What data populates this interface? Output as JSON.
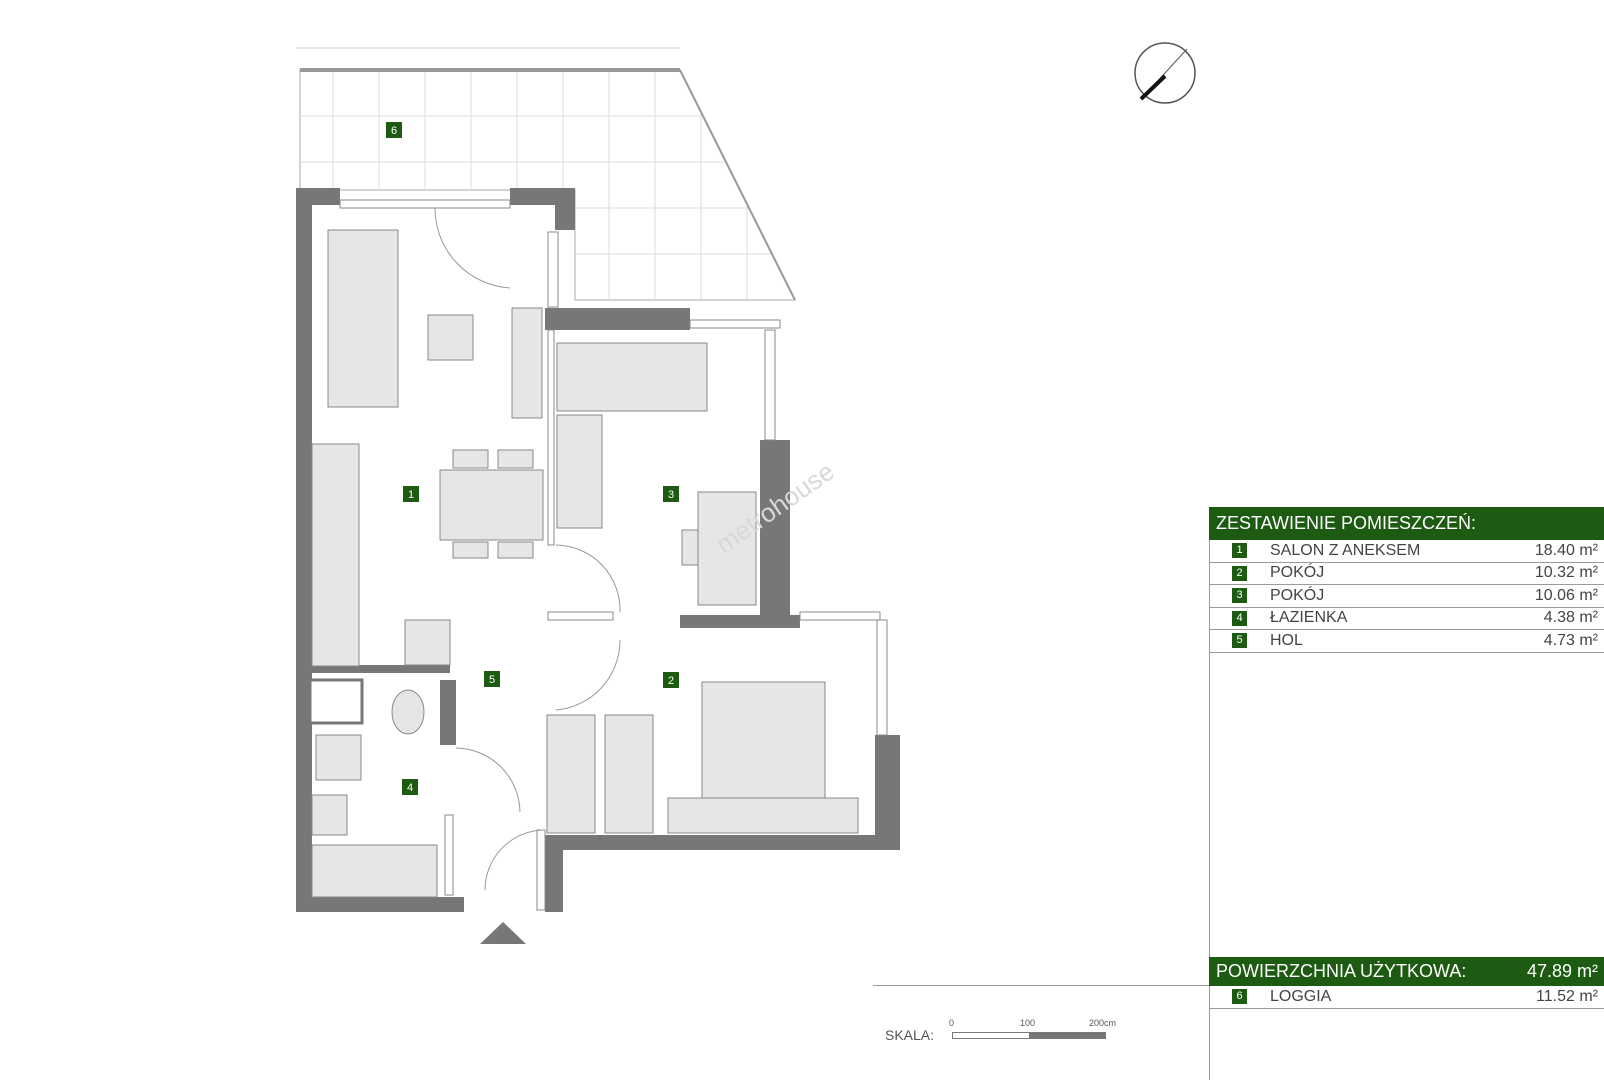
{
  "plan": {
    "room_labels": [
      "1",
      "2",
      "3",
      "4",
      "5",
      "6"
    ],
    "watermark": "metrohouse",
    "compass_icon": "north-arrow-icon",
    "entrance_icon": "entrance-triangle-icon"
  },
  "rooms_table": {
    "title": "ZESTAWIENIE POMIESZCZEŃ:",
    "rows": [
      {
        "num": "1",
        "name": "SALON Z ANEKSEM",
        "area": "18.40 m²"
      },
      {
        "num": "2",
        "name": "POKÓJ",
        "area": "10.32 m²"
      },
      {
        "num": "3",
        "name": "POKÓJ",
        "area": "10.06 m²"
      },
      {
        "num": "4",
        "name": "ŁAZIENKA",
        "area": "4.38 m²"
      },
      {
        "num": "5",
        "name": "HOL",
        "area": "4.73 m²"
      }
    ]
  },
  "usable_area": {
    "label": "POWIERZCHNIA UŻYTKOWA:",
    "value": "47.89 m²",
    "extra": {
      "num": "6",
      "name": "LOGGIA",
      "area": "11.52 m²"
    }
  },
  "scale": {
    "label": "SKALA:",
    "ticks": [
      "0",
      "100",
      "200cm"
    ]
  },
  "colors": {
    "accent": "#1d5a12",
    "wall": "#777777"
  }
}
